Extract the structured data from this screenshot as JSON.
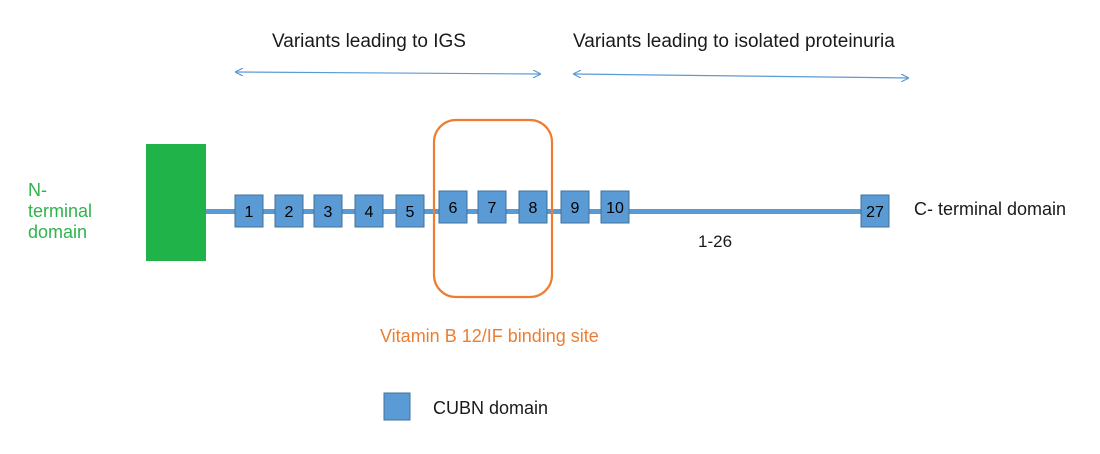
{
  "labels": {
    "variants_igs": "Variants leading to IGS",
    "variants_proteinuria": "Variants leading to isolated proteinuria",
    "n_terminal_line1": "N-",
    "n_terminal_line2": "terminal",
    "n_terminal_line3": "domain",
    "c_terminal": "C- terminal domain",
    "range": "1-26",
    "binding_site": "Vitamin B 12/IF binding site",
    "legend": "CUBN domain"
  },
  "domains": [
    {
      "label": "1"
    },
    {
      "label": "2"
    },
    {
      "label": "3"
    },
    {
      "label": "4"
    },
    {
      "label": "5"
    },
    {
      "label": "6"
    },
    {
      "label": "7"
    },
    {
      "label": "8"
    },
    {
      "label": "9"
    },
    {
      "label": "10"
    },
    {
      "label": "27"
    }
  ],
  "colors": {
    "cubn_domain": "#5b9bd5",
    "cubn_border": "#41719c",
    "n_terminal": "#1fb34a",
    "binding_site": "#ed7d31",
    "arrow": "#5b9bd5"
  }
}
